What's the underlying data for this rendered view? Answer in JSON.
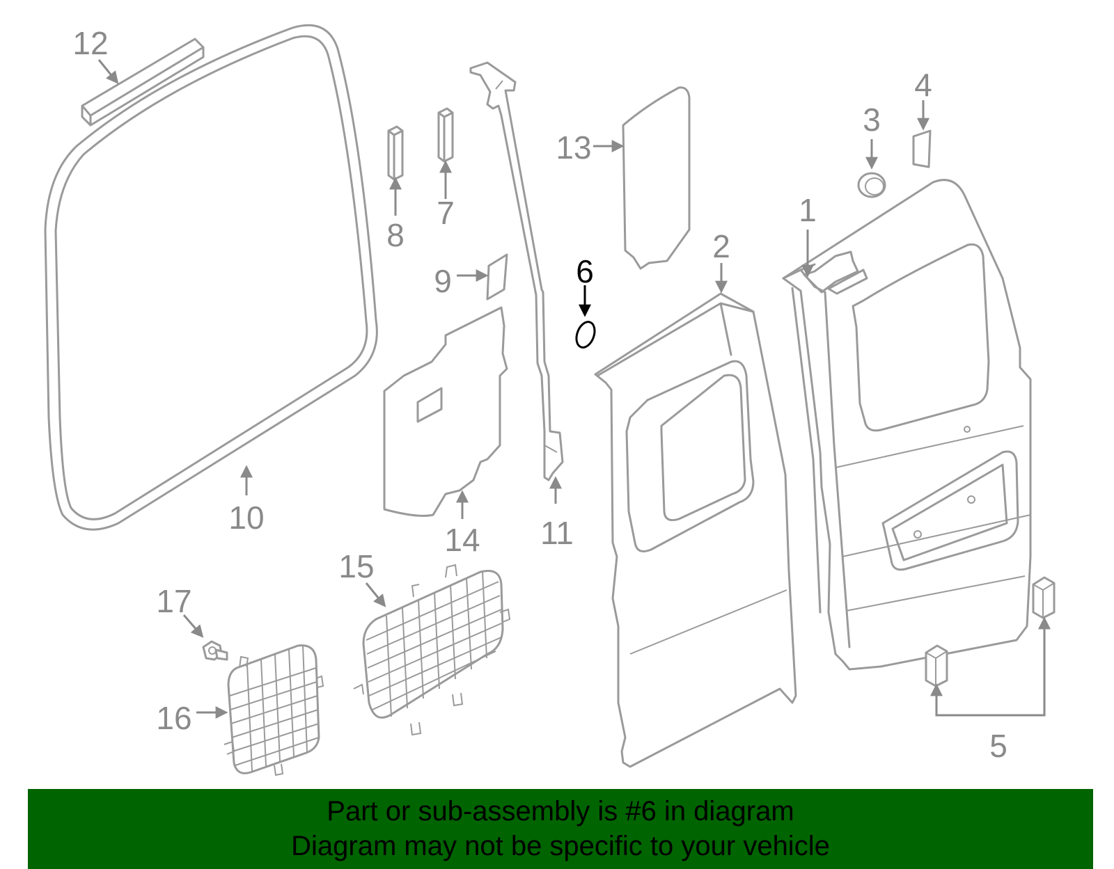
{
  "callouts": {
    "c1": "1",
    "c2": "2",
    "c3": "3",
    "c4": "4",
    "c5": "5",
    "c6": "6",
    "c7": "7",
    "c8": "8",
    "c9": "9",
    "c10": "10",
    "c11": "11",
    "c12": "12",
    "c13": "13",
    "c14": "14",
    "c15": "15",
    "c16": "16",
    "c17": "17"
  },
  "highlighted_part": "6",
  "banner": {
    "line1": "Part or sub-assembly is #6 in diagram",
    "line2": "Diagram may not be specific to your vehicle"
  },
  "colors": {
    "banner_background": "#006400",
    "part_stroke": "#9a9a9a",
    "highlight": "#000000"
  }
}
